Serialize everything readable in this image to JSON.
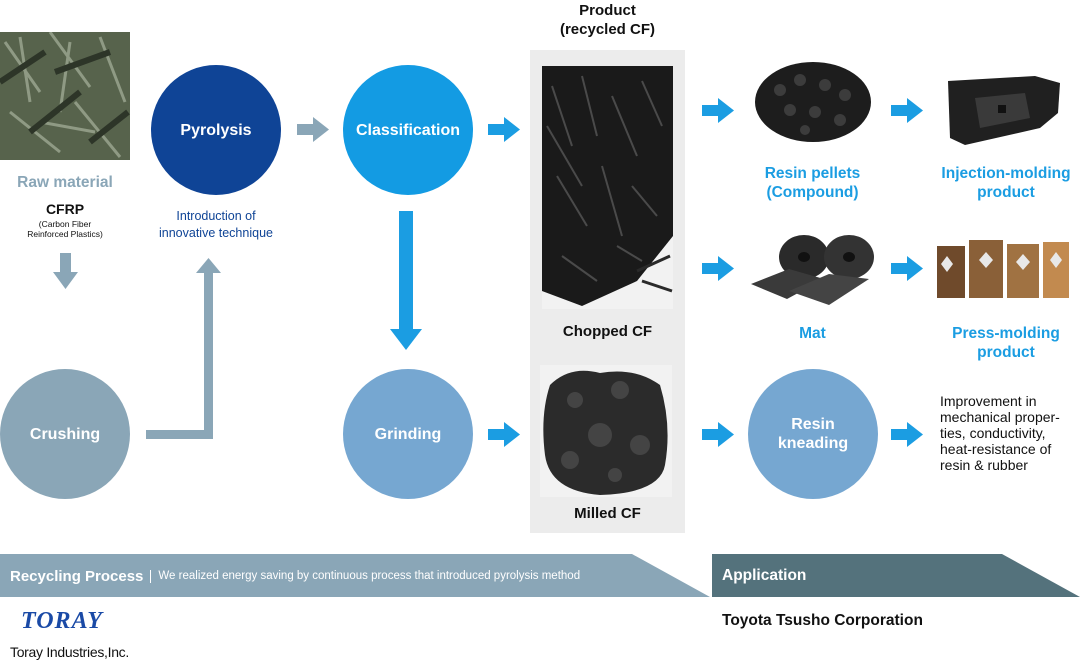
{
  "colors": {
    "pyrolysis": "#0f4496",
    "classification": "#139be3",
    "grinding": "#76a7d1",
    "crushing": "#8aa6b7",
    "resin_kneading": "#76a7d1",
    "gray_arrow": "#8aa6b7",
    "blue_arrow": "#1b9de2",
    "product_panel": "#ececec",
    "recycling_band": "#8aa6b7",
    "application_band": "#54727c"
  },
  "raw_material": {
    "label": "Raw material",
    "name": "CFRP",
    "subname": "(Carbon Fiber\nReinforced Plastics)"
  },
  "steps": {
    "pyrolysis": "Pyrolysis",
    "pyrolysis_note": "Introduction of\ninnovative technique",
    "classification": "Classification",
    "crushing": "Crushing",
    "grinding": "Grinding"
  },
  "product": {
    "title": "Product\n(recycled CF)",
    "chopped": "Chopped CF",
    "milled": "Milled CF"
  },
  "applications": {
    "resin_pellets": "Resin pellets\n(Compound)",
    "injection": "Injection-molding\nproduct",
    "mat": "Mat",
    "press": "Press-molding\nproduct",
    "resin_kneading": "Resin\nkneading",
    "improvement": "Improvement in\nmechanical proper-\nties, conductivity,\nheat-resistance of\nresin & rubber"
  },
  "footer": {
    "recycling_title": "Recycling Process",
    "recycling_desc": "We realized energy saving by continuous process that introduced pyrolysis method",
    "application_title": "Application",
    "toray_logo": "TORAY",
    "toray_company": "Toray Industries,Inc.",
    "toyota_company": "Toyota Tsusho Corporation"
  }
}
